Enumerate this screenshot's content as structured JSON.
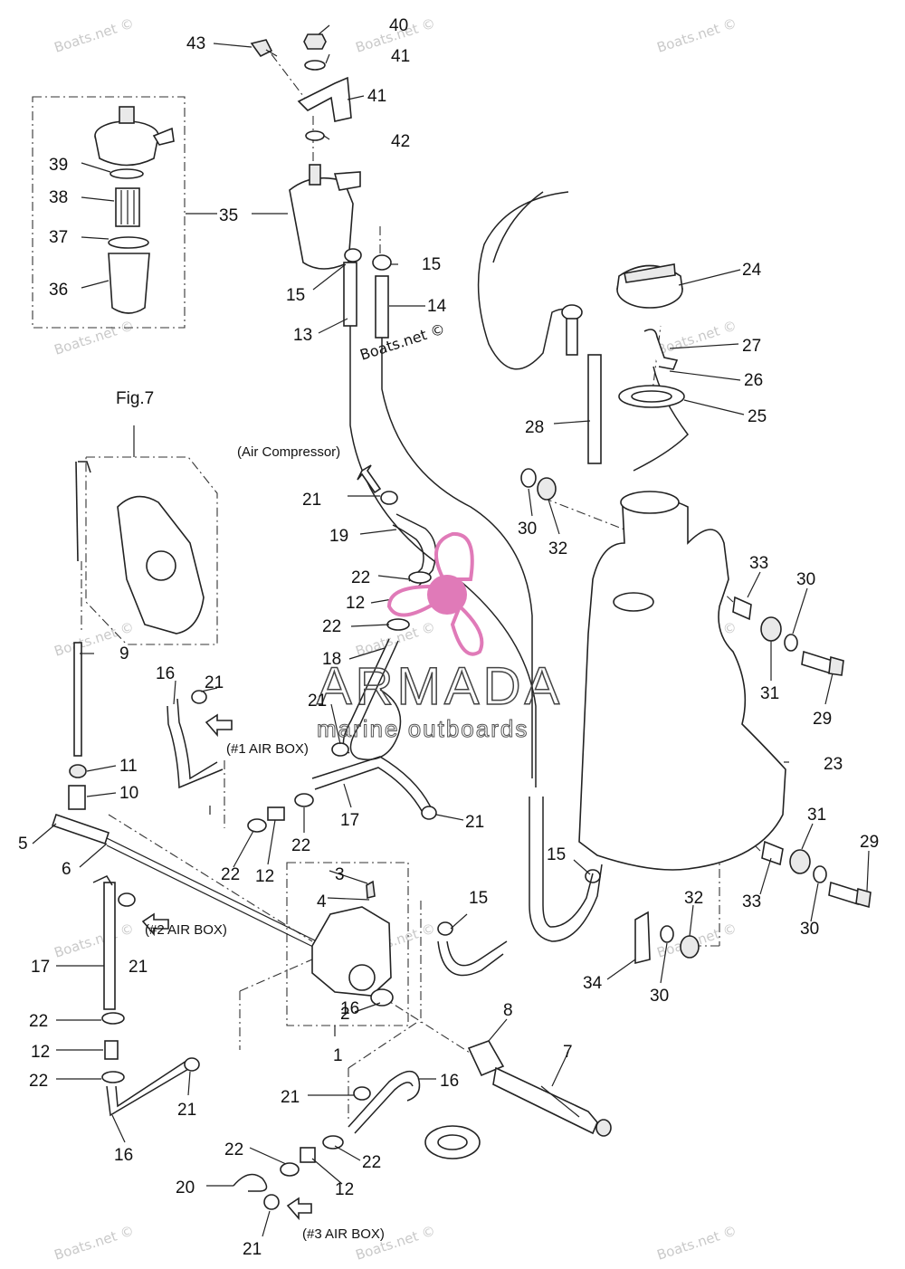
{
  "diagram": {
    "figure_label": "Fig.7",
    "callouts": {
      "air_compressor": "(Air Compressor)",
      "air_box_1": "(#1 AIR BOX)",
      "air_box_2": "(#2 AIR BOX)",
      "air_box_3": "(#3 AIR BOX)"
    },
    "watermarks": {
      "site": "Boats.net ©"
    },
    "logo": {
      "brand": "ARMADA",
      "tagline": "marine outboards",
      "accent_color": "#e07ab8"
    },
    "part_numbers": [
      "1",
      "2",
      "3",
      "4",
      "5",
      "6",
      "7",
      "8",
      "9",
      "10",
      "11",
      "12",
      "12",
      "12",
      "12",
      "13",
      "14",
      "15",
      "15",
      "15",
      "15",
      "16",
      "16",
      "16",
      "16",
      "17",
      "17",
      "18",
      "19",
      "20",
      "21",
      "21",
      "21",
      "21",
      "21",
      "21",
      "21",
      "21",
      "22",
      "22",
      "22",
      "22",
      "22",
      "22",
      "22",
      "22",
      "23",
      "24",
      "25",
      "26",
      "27",
      "28",
      "29",
      "29",
      "30",
      "30",
      "30",
      "30",
      "31",
      "31",
      "32",
      "32",
      "33",
      "33",
      "34",
      "35",
      "36",
      "37",
      "38",
      "39",
      "40",
      "41",
      "41",
      "42",
      "43"
    ]
  }
}
